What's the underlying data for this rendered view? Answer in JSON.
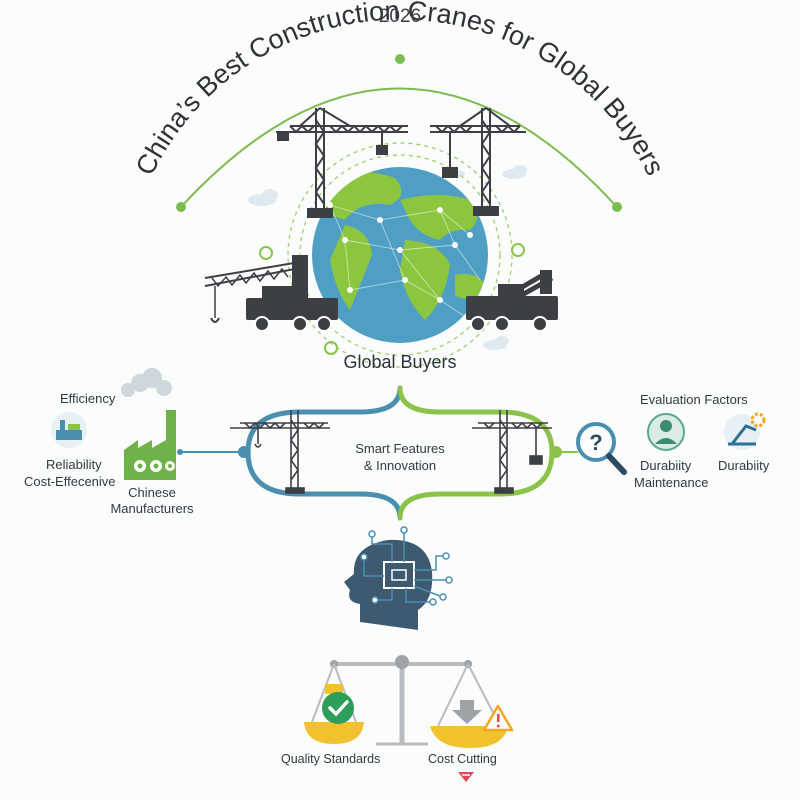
{
  "header": {
    "year": "2026",
    "title": "China’s Best Construction Cranes for Global Buyers"
  },
  "hub": {
    "label": "Global Buyers"
  },
  "left_panel": {
    "efficiency": "Efficiency",
    "reliability": "Reliability",
    "cost_effective": "Cost-Effecenive",
    "manufacturers_line1": "Chinese",
    "manufacturers_line2": "Manufacturers"
  },
  "center_panel": {
    "line1": "Smart Features",
    "line2": "& Innovation"
  },
  "right_panel": {
    "title": "Evaluation Factors",
    "durability_a": "Durabiity",
    "maintenance": "Maintenance",
    "durability_b": "Durabiity"
  },
  "balance": {
    "left_label": "Quality Standards",
    "right_label": "Cost Cutting"
  },
  "colors": {
    "green": "#8bc34a",
    "teal": "#4a90a4",
    "dark": "#3c4045",
    "navy": "#2e4a60",
    "ocean": "#4f9ec4",
    "yellow": "#f2c12e",
    "gray": "#b8bcc0"
  },
  "icons": [
    "tower-crane-icon",
    "mobile-crane-icon",
    "globe-icon",
    "factory-icon",
    "magnifier-question-icon",
    "person-icon",
    "crane-gear-icon",
    "ai-head-icon",
    "checkmark-icon",
    "warning-icon",
    "down-arrow-icon"
  ]
}
